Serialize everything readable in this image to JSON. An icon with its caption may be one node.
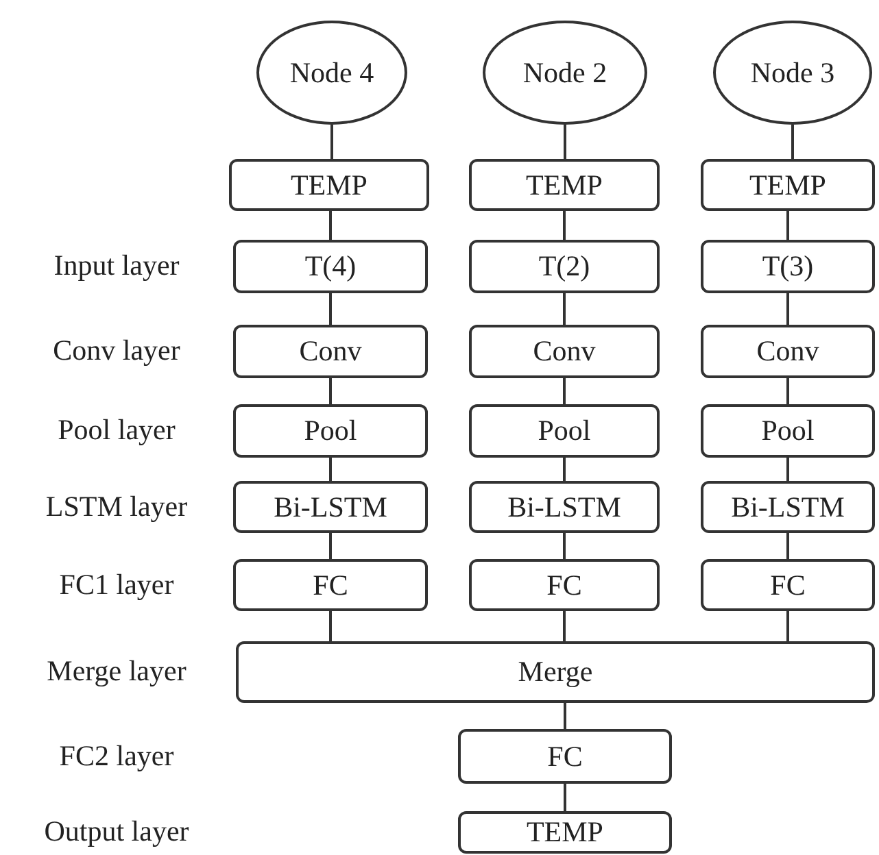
{
  "diagram": {
    "nodes": [
      {
        "text": [
          "Node 4"
        ]
      },
      {
        "text": [
          "Node 2"
        ]
      },
      {
        "text": [
          "Node 3"
        ]
      },
      {
        "text": [
          "TEMP"
        ]
      },
      {
        "text": [
          "TEMP"
        ]
      },
      {
        "text": [
          "TEMP"
        ]
      },
      {
        "text": [
          "T(4)"
        ]
      },
      {
        "text": [
          "T(2)"
        ]
      },
      {
        "text": [
          "T(3)"
        ]
      },
      {
        "text": [
          "Conv"
        ]
      },
      {
        "text": [
          "Conv"
        ]
      },
      {
        "text": [
          "Conv"
        ]
      },
      {
        "text": [
          "Pool"
        ]
      },
      {
        "text": [
          "Pool"
        ]
      },
      {
        "text": [
          "Pool"
        ]
      },
      {
        "text": [
          "Bi-LSTM"
        ]
      },
      {
        "text": [
          "Bi-LSTM"
        ]
      },
      {
        "text": [
          "Bi-LSTM"
        ]
      },
      {
        "text": [
          "FC"
        ]
      },
      {
        "text": [
          "FC"
        ]
      },
      {
        "text": [
          "FC"
        ]
      },
      {
        "text": [
          "Merge"
        ]
      },
      {
        "text": [
          "FC"
        ]
      },
      {
        "text": [
          "TEMP"
        ]
      }
    ],
    "edges": [
      {
        "from": 0,
        "to": 3,
        "arrow": "none"
      },
      {
        "from": 1,
        "to": 4,
        "arrow": "none"
      },
      {
        "from": 2,
        "to": 5,
        "arrow": "none"
      },
      {
        "from": 3,
        "to": 6,
        "arrow": "none"
      },
      {
        "from": 4,
        "to": 7,
        "arrow": "none"
      },
      {
        "from": 5,
        "to": 8,
        "arrow": "none"
      },
      {
        "from": 6,
        "to": 9,
        "arrow": "none"
      },
      {
        "from": 7,
        "to": 10,
        "arrow": "none"
      },
      {
        "from": 8,
        "to": 11,
        "arrow": "none"
      },
      {
        "from": 9,
        "to": 12,
        "arrow": "none"
      },
      {
        "from": 10,
        "to": 13,
        "arrow": "none"
      },
      {
        "from": 11,
        "to": 14,
        "arrow": "none"
      },
      {
        "from": 12,
        "to": 15,
        "arrow": "none"
      },
      {
        "from": 13,
        "to": 16,
        "arrow": "none"
      },
      {
        "from": 14,
        "to": 17,
        "arrow": "none"
      },
      {
        "from": 15,
        "to": 18,
        "arrow": "none"
      },
      {
        "from": 16,
        "to": 19,
        "arrow": "none"
      },
      {
        "from": 17,
        "to": 20,
        "arrow": "none"
      },
      {
        "from": 18,
        "to": 21,
        "arrow": "none"
      },
      {
        "from": 19,
        "to": 21,
        "arrow": "none"
      },
      {
        "from": 20,
        "to": 21,
        "arrow": "none"
      },
      {
        "from": 21,
        "to": 22,
        "arrow": "none"
      },
      {
        "from": 22,
        "to": 23,
        "arrow": "none"
      }
    ],
    "labels": [
      "Input layer",
      "Conv layer",
      "Pool layer",
      "LSTM layer",
      "FC1 layer",
      "Merge layer",
      "FC2 layer",
      "Output layer"
    ]
  }
}
